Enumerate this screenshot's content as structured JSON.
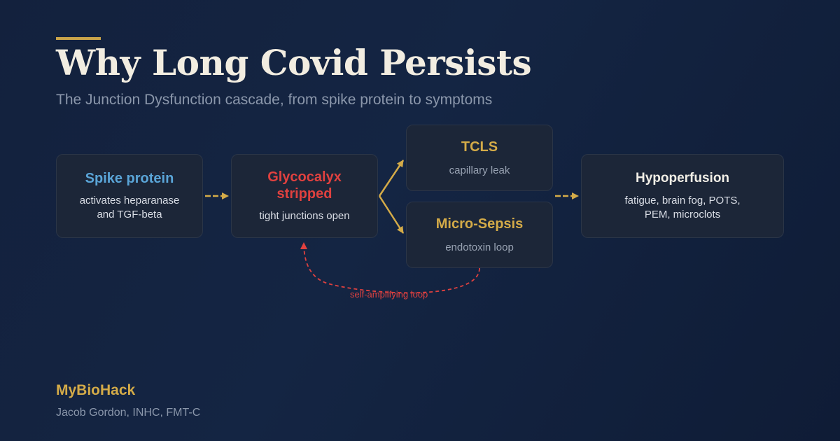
{
  "header": {
    "title": "Why Long Covid Persists",
    "subtitle": "The Junction Dysfunction cascade, from spike protein to symptoms"
  },
  "nodes": {
    "spike": {
      "title": "Spike protein",
      "sub_line1": "activates heparanase",
      "sub_line2": "and TGF-beta"
    },
    "glycocalyx": {
      "title_line1": "Glycocalyx",
      "title_line2": "stripped",
      "sub": "tight junctions open"
    },
    "tcls": {
      "title": "TCLS",
      "sub": "capillary leak"
    },
    "micro_sepsis": {
      "title": "Micro-Sepsis",
      "sub": "endotoxin loop"
    },
    "hypoperfusion": {
      "title": "Hypoperfusion",
      "sub_line1": "fatigue, brain fog, POTS,",
      "sub_line2": "PEM, microclots"
    }
  },
  "loop": {
    "label": "self-amplifying loop"
  },
  "footer": {
    "brand": "MyBioHack",
    "author": "Jacob Gordon, INHC, FMT-C"
  },
  "colors": {
    "background": "#13213d",
    "node_fill": "#1c2638",
    "gold": "#d4ab48",
    "red": "#e0413f",
    "blue": "#5aa5d8"
  }
}
